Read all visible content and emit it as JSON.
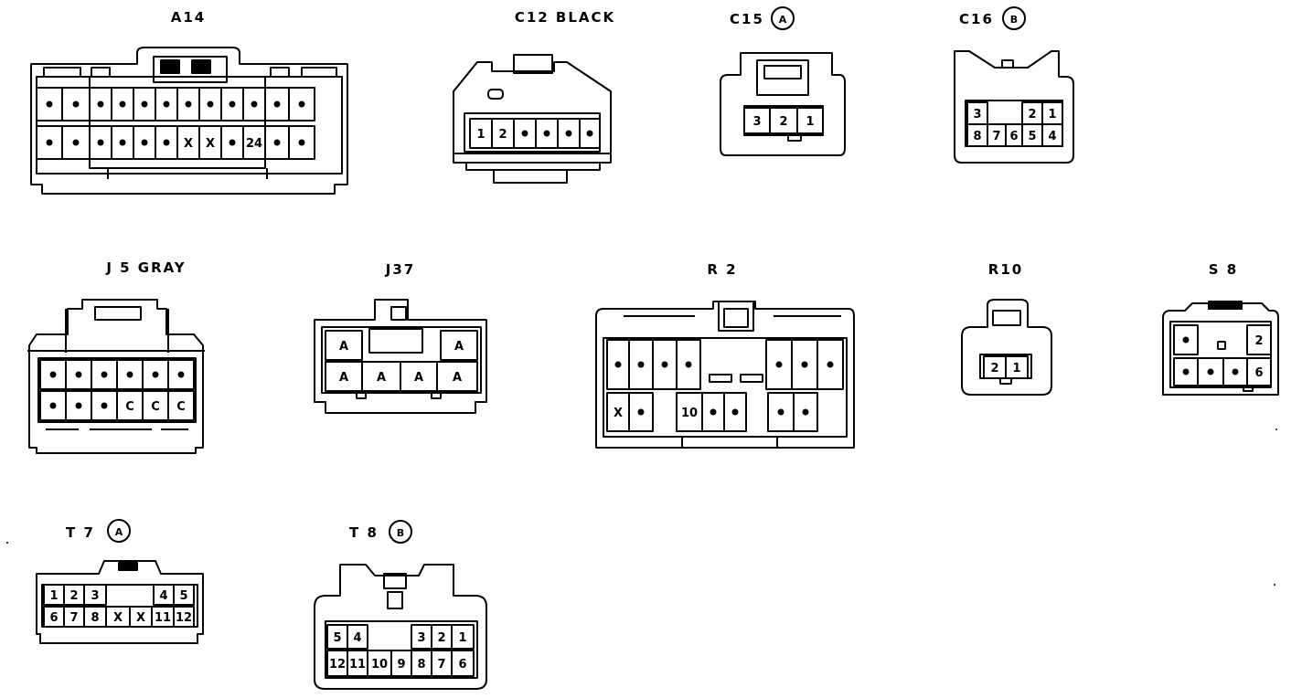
{
  "connectors": [
    {
      "id": "A14",
      "label": "A14",
      "badge": "",
      "rows": [
        [
          "•",
          "•",
          "•",
          "•",
          "•",
          "•",
          "•",
          "•",
          "•",
          "•",
          "•",
          "•"
        ],
        [
          "•",
          "•",
          "•",
          "•",
          "•",
          "•",
          "X",
          "X",
          "•",
          "24",
          "•",
          "•"
        ]
      ]
    },
    {
      "id": "C12",
      "label": "C12  BLACK",
      "badge": "",
      "rows": [
        [
          "1",
          "2",
          "•",
          "•",
          "•",
          "•"
        ]
      ]
    },
    {
      "id": "C15",
      "label": "C15",
      "badge": "A",
      "rows": [
        [
          "3",
          "2",
          "1"
        ]
      ]
    },
    {
      "id": "C16",
      "label": "C16",
      "badge": "B",
      "rows": [
        [
          "3",
          "",
          "",
          "2",
          "1"
        ],
        [
          "8",
          "7",
          "6",
          "5",
          "4"
        ]
      ]
    },
    {
      "id": "J5",
      "label": "J 5  GRAY",
      "badge": "",
      "rows": [
        [
          "•",
          "•",
          "•",
          "•",
          "•",
          "•"
        ],
        [
          "•",
          "•",
          "•",
          "C",
          "C",
          "C"
        ]
      ]
    },
    {
      "id": "J37",
      "label": "J37",
      "badge": "",
      "rows": [
        [
          "A",
          "",
          "",
          "",
          "A"
        ],
        [
          "A",
          "A",
          "A",
          "A"
        ]
      ]
    },
    {
      "id": "R2",
      "label": "R 2",
      "badge": "",
      "rows": [
        [
          "•",
          "•",
          "•",
          "•",
          "",
          "",
          "",
          "",
          "•",
          "•",
          "•"
        ],
        [
          "X",
          "•",
          "",
          "10",
          "•",
          "•",
          "",
          "•",
          "•"
        ]
      ]
    },
    {
      "id": "R10",
      "label": "R10",
      "badge": "",
      "rows": [
        [
          "2",
          "1"
        ]
      ]
    },
    {
      "id": "S8",
      "label": "S 8",
      "badge": "",
      "rows": [
        [
          "•",
          "",
          "",
          "2"
        ],
        [
          "•",
          "•",
          "•",
          "6"
        ]
      ]
    },
    {
      "id": "T7",
      "label": "T 7",
      "badge": "A",
      "rows": [
        [
          "1",
          "2",
          "3",
          "",
          "",
          "",
          "4",
          "5"
        ],
        [
          "6",
          "7",
          "8",
          "X",
          "X",
          "11",
          "12"
        ]
      ]
    },
    {
      "id": "T8",
      "label": "T 8",
      "badge": "B",
      "rows": [
        [
          "5",
          "4",
          "",
          "",
          "3",
          "2",
          "1"
        ],
        [
          "12",
          "11",
          "10",
          "9",
          "8",
          "7",
          "6"
        ]
      ]
    }
  ]
}
